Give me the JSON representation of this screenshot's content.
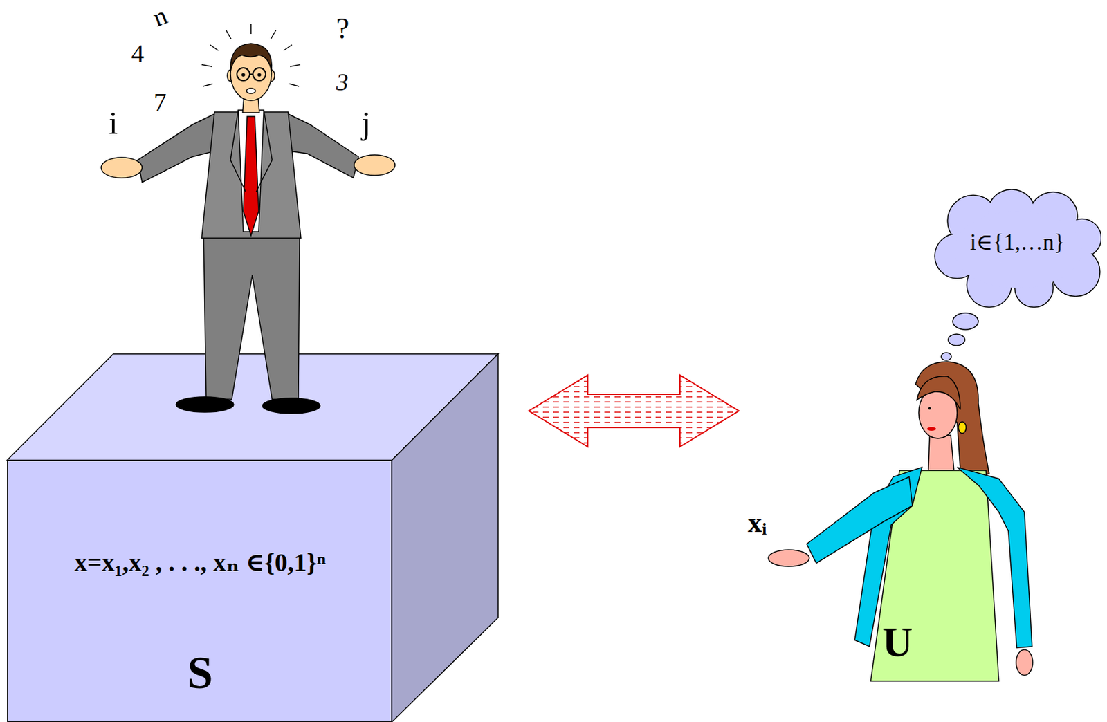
{
  "diagram": {
    "nodes": [
      {
        "text": [
          "x=x₁,x₂ , . . ., xₙ ∈{0,1}ⁿ",
          "S"
        ]
      },
      {
        "text": [
          "i∈{1,…n}"
        ]
      },
      {
        "text": [
          "xᵢ",
          "U"
        ]
      }
    ],
    "edges": [
      {
        "from": 0,
        "to": 2,
        "arrow": "both"
      }
    ],
    "labels": [
      "n",
      "?",
      "4",
      "3",
      "7",
      "i",
      "j"
    ]
  }
}
